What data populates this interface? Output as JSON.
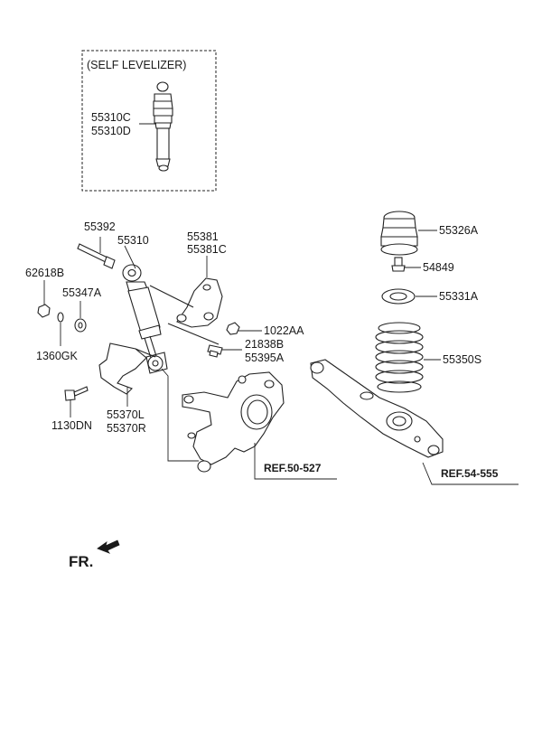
{
  "box": {
    "title": "(SELF LEVELIZER)"
  },
  "labels": {
    "p55310C": "55310C",
    "p55310D": "55310D",
    "p55392": "55392",
    "p55310": "55310",
    "p55381": "55381",
    "p55381C": "55381C",
    "p62618B": "62618B",
    "p55347A": "55347A",
    "p1022AA": "1022AA",
    "p1360GK": "1360GK",
    "p21838B": "21838B",
    "p55395A": "55395A",
    "p1130DN": "1130DN",
    "p55370L": "55370L",
    "p55370R": "55370R",
    "p55326A": "55326A",
    "p54849": "54849",
    "p55331A": "55331A",
    "p55350S": "55350S"
  },
  "refs": {
    "knuckle": "REF.50-527",
    "arm": "REF.54-555"
  },
  "direction": {
    "label": "FR."
  }
}
